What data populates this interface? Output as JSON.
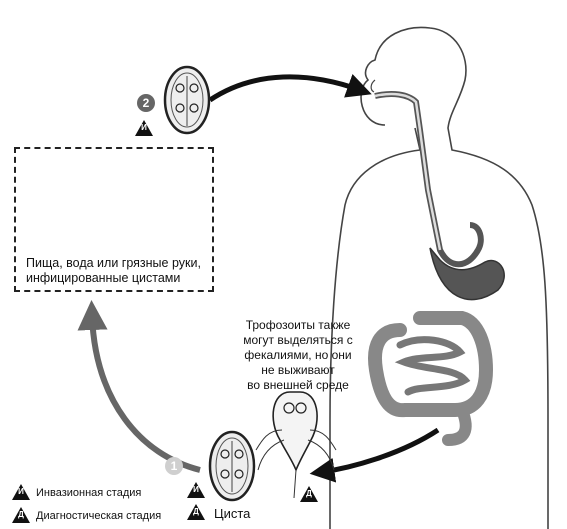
{
  "source": {
    "caption_line1": "Пища, вода или грязные руки,",
    "caption_line2": "инфицированные цистами"
  },
  "steps": {
    "step1": "1",
    "step2": "2"
  },
  "note": {
    "line1": "Трофозоиты также",
    "line2": "могут выделяться с",
    "line3": "фекалиями, но они",
    "line4": "не выживают",
    "line5": "во внешней среде"
  },
  "cyst_label": "Циста",
  "badges": {
    "invasive_letter": "И",
    "diagnostic_letter": "Д"
  },
  "legend": {
    "invasive": "Инвазионная стадия",
    "diagnostic": "Диагностическая стадия"
  }
}
